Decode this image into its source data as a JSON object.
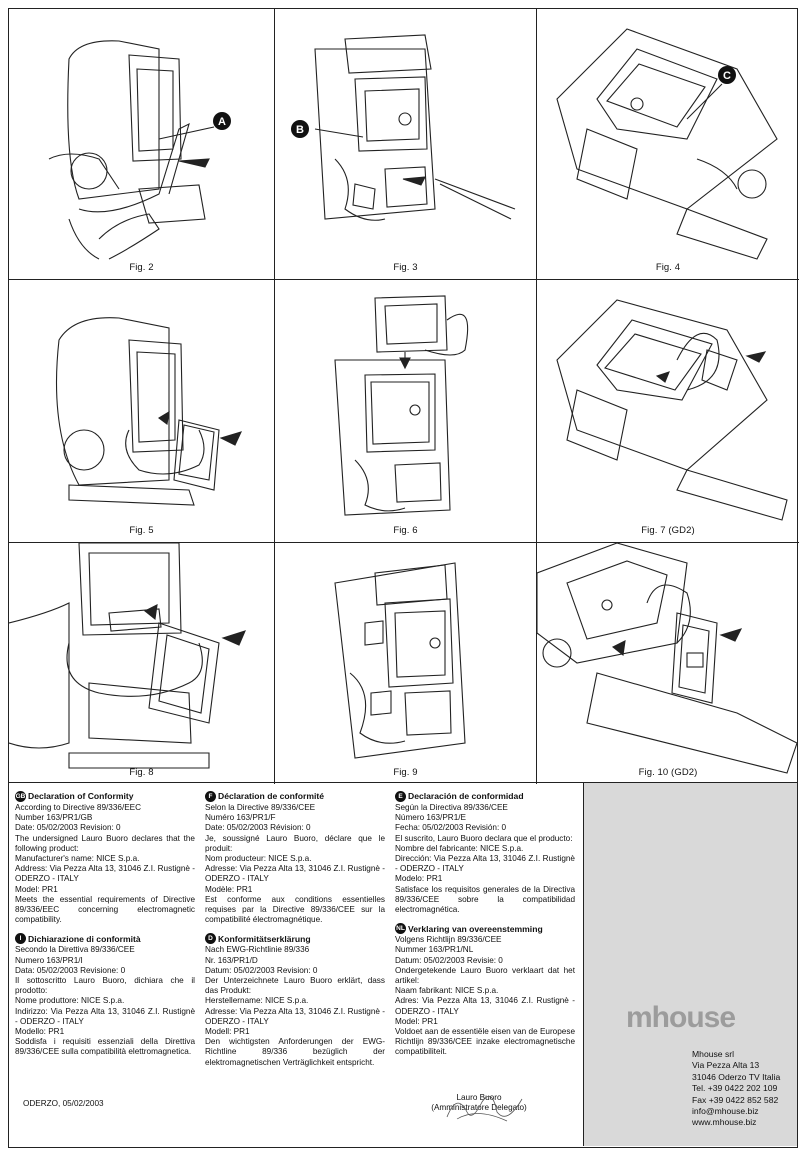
{
  "figures": [
    {
      "caption": "Fig. 2",
      "callout": "A"
    },
    {
      "caption": "Fig. 3",
      "callout": "B"
    },
    {
      "caption": "Fig. 4",
      "callout": "C"
    },
    {
      "caption": "Fig. 5",
      "callout": ""
    },
    {
      "caption": "Fig. 6",
      "callout": ""
    },
    {
      "caption": "Fig. 7 (GD2)",
      "callout": ""
    },
    {
      "caption": "Fig. 8",
      "callout": ""
    },
    {
      "caption": "Fig. 9",
      "callout": ""
    },
    {
      "caption": "Fig. 10 (GD2)",
      "callout": ""
    }
  ],
  "declarations": {
    "gb": {
      "badge": "GB",
      "title": "Declaration of Conformity",
      "lines": [
        "According to Directive 89/336/EEC",
        "Number 163/PR1/GB",
        "Date: 05/02/2003  Revision: 0"
      ],
      "body1": "The undersigned Lauro Buoro declares that the following product:",
      "lines2": [
        "Manufacturer's name: NICE S.p.a."
      ],
      "body2": "Address: Via Pezza Alta 13, 31046 Z.I. Rustignè - ODERZO - ITALY",
      "lines3": [
        "Model: PR1"
      ],
      "body3": "Meets the essential requirements of Directive 89/336/EEC concerning electromagnetic compatibility."
    },
    "i": {
      "badge": "I",
      "title": "Dichiarazione di conformità",
      "lines": [
        "Secondo la Direttiva 89/336/CEE",
        "Numero 163/PR1/I",
        "Data: 05/02/2003  Revisione: 0"
      ],
      "body1": "Il sottoscritto Lauro Buoro, dichiara che il prodotto:",
      "lines2": [
        "Nome produttore: NICE S.p.a."
      ],
      "body2": "Indirizzo: Via Pezza Alta 13, 31046 Z.I. Rustignè - ODERZO - ITALY",
      "lines3": [
        "Modello: PR1"
      ],
      "body3": "Soddisfa i requisiti essenziali della Direttiva 89/336/CEE sulla compatibilità elettromagnetica."
    },
    "f": {
      "badge": "F",
      "title": "Déclaration de conformité",
      "lines": [
        "Selon la Directive 89/336/CEE",
        "Numéro 163/PR1/F",
        "Date: 05/02/2003  Révision: 0"
      ],
      "body1": "Je, soussigné Lauro Buoro, déclare que le produit:",
      "lines2": [
        "Nom producteur: NICE S.p.a."
      ],
      "body2": "Adresse: Via Pezza Alta 13, 31046 Z.I. Rustignè - ODERZO - ITALY",
      "lines3": [
        "Modèle: PR1"
      ],
      "body3": "Est conforme aux conditions essentielles requises par la Directive 89/336/CEE sur la compatibilité électromagnétique."
    },
    "d": {
      "badge": "D",
      "title": "Konformitätserklärung",
      "lines": [
        "Nach EWG-Richtlinie 89/336",
        "Nr. 163/PR1/D",
        "Datum: 05/02/2003  Revision: 0"
      ],
      "body1": "Der Unterzeichnete Lauro Buoro erklärt, dass das Produkt:",
      "lines2": [
        "Herstellername: NICE S.p.a."
      ],
      "body2": "Adresse: Via Pezza Alta 13, 31046 Z.I. Rustignè - ODERZO - ITALY",
      "lines3": [
        "Modell: PR1"
      ],
      "body3": "Den wichtigsten Anforderungen der EWG-Richtline 89/336 bezüglich der elektromagnetischen Verträglichkeit entspricht."
    },
    "e": {
      "badge": "E",
      "title": "Declaración de conformidad",
      "lines": [
        "Según la Directiva 89/336/CEE",
        "Número  163/PR1/E",
        "Fecha: 05/02/2003  Revisión: 0"
      ],
      "body1": "El suscrito, Lauro Buoro declara que el producto:",
      "lines2": [
        "Nombre del fabricante: NICE S.p.a."
      ],
      "body2": "Dirección: Via Pezza Alta 13, 31046 Z.I. Rustignè - ODERZO - ITALY",
      "lines3": [
        "Modelo: PR1"
      ],
      "body3": "Satisface los requisitos generales de la Directiva 89/336/CEE sobre la compatibilidad electromagnética."
    },
    "nl": {
      "badge": "NL",
      "title": "Verklaring van overeenstemming",
      "lines": [
        "Volgens Richtlijn 89/336/CEE",
        "Nummer 163/PR1/NL",
        "Datum: 05/02/2003  Revisie: 0"
      ],
      "body1": "Ondergetekende Lauro Buoro verklaart dat het artikel:",
      "lines2": [
        "Naam fabrikant: NICE S.p.a."
      ],
      "body2": "Adres: Via Pezza Alta 13, 31046 Z.I. Rustignè - ODERZO - ITALY",
      "lines3": [
        "Model: PR1"
      ],
      "body3": "Voldoet aan de essentiële eisen van de Europese Richtlijn 89/336/CEE inzake electromagnetische compatibiliteit."
    }
  },
  "place_date": "ODERZO, 05/02/2003",
  "signature": {
    "name": "Lauro Buoro",
    "role": "(Amministratore Delegato)"
  },
  "brand": {
    "logo": "mhouse",
    "address_lines": [
      "Mhouse srl",
      "Via Pezza Alta 13",
      "31046 Oderzo TV Italia",
      "Tel. +39 0422 202 109",
      "Fax +39 0422 852 582",
      "info@mhouse.biz",
      "www.mhouse.biz"
    ]
  }
}
